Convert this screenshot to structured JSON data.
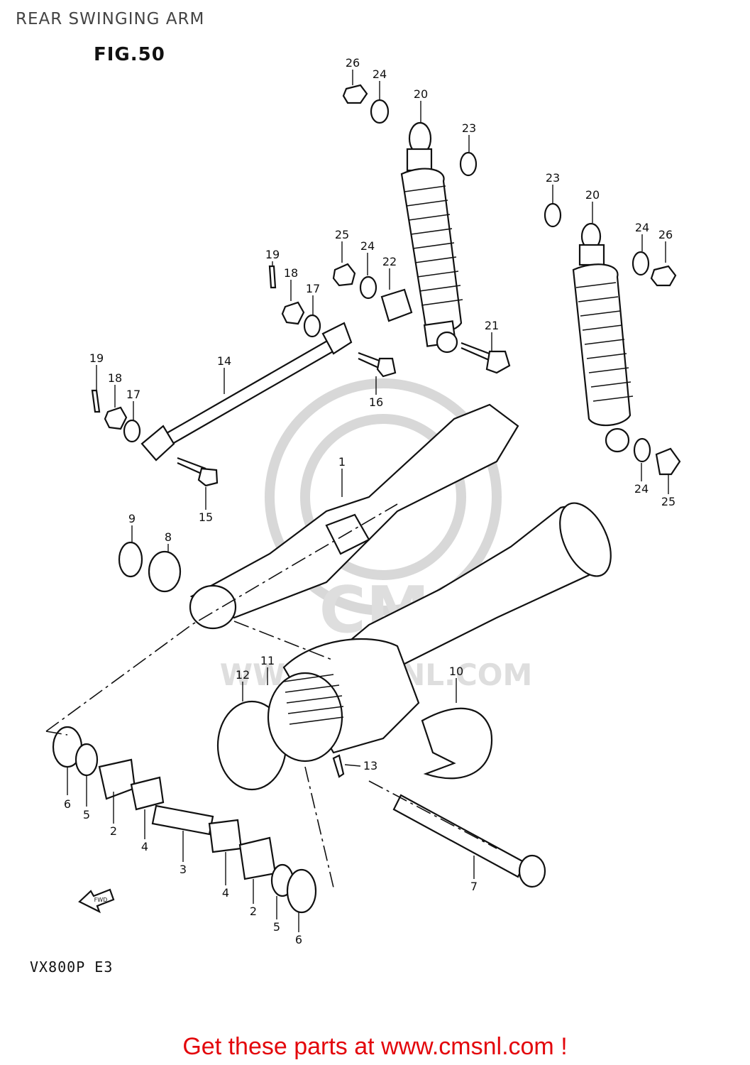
{
  "page_title": "REAR SWINGING ARM",
  "figure_label": "FIG.50",
  "model_code": "VX800P  E3",
  "fwd_label": "FWD",
  "watermark": {
    "brand": "CMS",
    "url": "WWW.CMSNL.COM"
  },
  "promo_text": "Get these parts at www.cmsnl.com !",
  "colors": {
    "line": "#111111",
    "promo": "#e3060b",
    "watermark": "#d8d8d8"
  },
  "callouts": [
    {
      "label": "26"
    },
    {
      "label": "24"
    },
    {
      "label": "20"
    },
    {
      "label": "23"
    },
    {
      "label": "23"
    },
    {
      "label": "20"
    },
    {
      "label": "24"
    },
    {
      "label": "26"
    },
    {
      "label": "25"
    },
    {
      "label": "24"
    },
    {
      "label": "22"
    },
    {
      "label": "19"
    },
    {
      "label": "18"
    },
    {
      "label": "17"
    },
    {
      "label": "21"
    },
    {
      "label": "19"
    },
    {
      "label": "18"
    },
    {
      "label": "17"
    },
    {
      "label": "14"
    },
    {
      "label": "16"
    },
    {
      "label": "1"
    },
    {
      "label": "15"
    },
    {
      "label": "24"
    },
    {
      "label": "25"
    },
    {
      "label": "9"
    },
    {
      "label": "8"
    },
    {
      "label": "11"
    },
    {
      "label": "12"
    },
    {
      "label": "10"
    },
    {
      "label": "13"
    },
    {
      "label": "6"
    },
    {
      "label": "5"
    },
    {
      "label": "2"
    },
    {
      "label": "4"
    },
    {
      "label": "3"
    },
    {
      "label": "4"
    },
    {
      "label": "2"
    },
    {
      "label": "5"
    },
    {
      "label": "6"
    },
    {
      "label": "7"
    }
  ]
}
